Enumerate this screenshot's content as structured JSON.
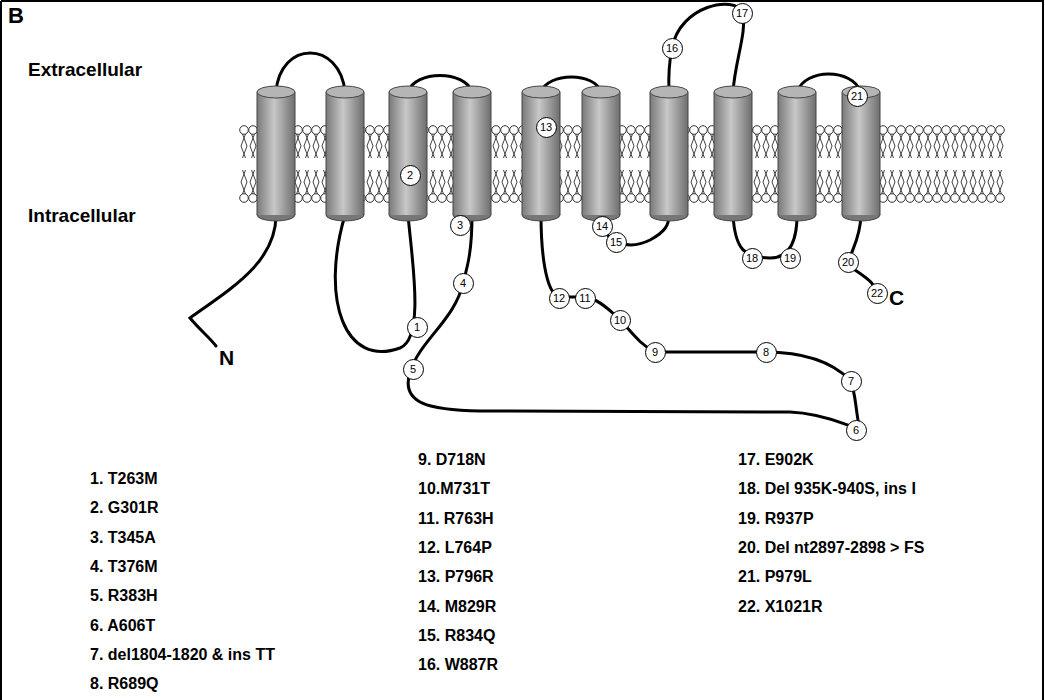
{
  "diagram": {
    "nodes": [
      {
        "text": [
          "1"
        ]
      },
      {
        "text": [
          "2"
        ]
      },
      {
        "text": [
          "3"
        ]
      },
      {
        "text": [
          "4"
        ]
      },
      {
        "text": [
          "5"
        ]
      },
      {
        "text": [
          "6"
        ]
      },
      {
        "text": [
          "7"
        ]
      },
      {
        "text": [
          "8"
        ]
      },
      {
        "text": [
          "9"
        ]
      },
      {
        "text": [
          "10"
        ]
      },
      {
        "text": [
          "11"
        ]
      },
      {
        "text": [
          "12"
        ]
      },
      {
        "text": [
          "13"
        ]
      },
      {
        "text": [
          "14"
        ]
      },
      {
        "text": [
          "15"
        ]
      },
      {
        "text": [
          "16"
        ]
      },
      {
        "text": [
          "17"
        ]
      },
      {
        "text": [
          "18"
        ]
      },
      {
        "text": [
          "19"
        ]
      },
      {
        "text": [
          "20"
        ]
      },
      {
        "text": [
          "21"
        ]
      },
      {
        "text": [
          "22"
        ]
      }
    ],
    "labels": [
      "B",
      "Extracellular",
      "Intracellular",
      "N",
      "C",
      "1. T263M",
      "2. G301R",
      "3. T345A",
      "4. T376M",
      "5. R383H",
      "6. A606T",
      "7. del1804-1820 & ins TT",
      "8. R689Q",
      "9. D718N",
      "10.M731T",
      "11. R763H",
      "12. L764P",
      "13. P796R",
      "14. M829R",
      "15. R834Q",
      "16. W887R",
      "17. E902K",
      "18. Del 935K-940S, ins I",
      "19. R937P",
      "20. Del nt2897-2898 > FS",
      "21. P979L",
      "22. X1021R"
    ]
  }
}
